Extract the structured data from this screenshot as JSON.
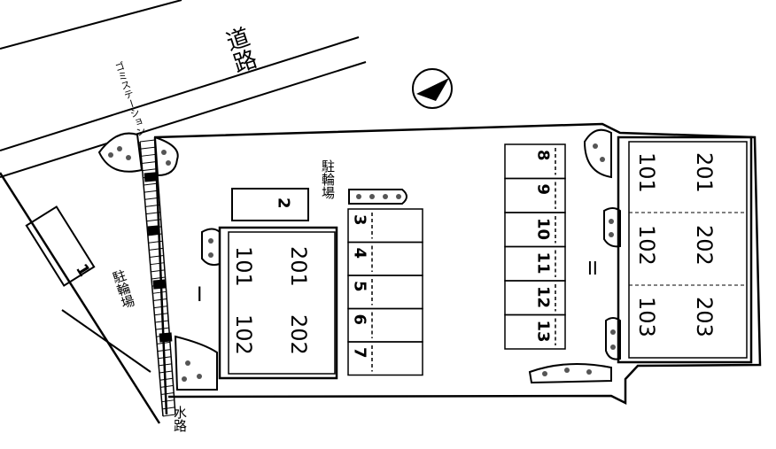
{
  "road": {
    "label": "道路"
  },
  "garbage_station": {
    "label": "ゴミステーション"
  },
  "waterway": {
    "label": "水路"
  },
  "bike_parking": [
    {
      "label": "駐輪場"
    },
    {
      "label": "駐輪場"
    }
  ],
  "building_one": {
    "numeral": "I",
    "rooms": [
      "101",
      "201",
      "102",
      "202"
    ]
  },
  "building_two": {
    "numeral": "II",
    "rooms": [
      "101",
      "201",
      "102",
      "202",
      "103",
      "203"
    ]
  },
  "parking": {
    "left_lot": [
      "1"
    ],
    "center_small": [
      "2"
    ],
    "center_column": [
      "3",
      "4",
      "5",
      "6",
      "7"
    ],
    "right_column": [
      "8",
      "9",
      "10",
      "11",
      "12",
      "13"
    ]
  },
  "colors": {
    "line": "#000000",
    "background": "#ffffff",
    "shrub": "#555555"
  },
  "icons": {
    "compass": "north-arrow-icon"
  }
}
